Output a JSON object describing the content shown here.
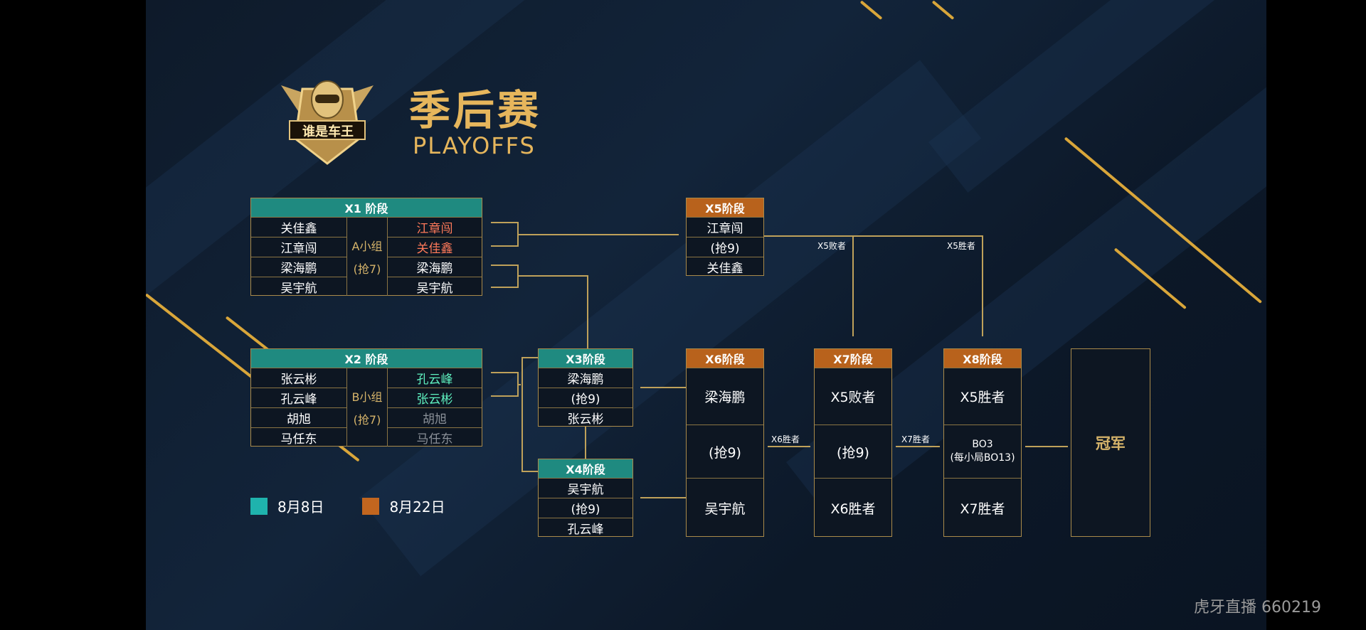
{
  "title": {
    "cn": "季后赛",
    "en": "PLAYOFFS"
  },
  "logo": {
    "text": "谁是车王"
  },
  "x1": {
    "header": "X1 阶段",
    "left": [
      "关佳鑫",
      "江章闯",
      "梁海鹏",
      "吴宇航"
    ],
    "group": "A小组",
    "rule": "(抢7)",
    "right": [
      "江章闯",
      "关佳鑫",
      "梁海鹏",
      "吴宇航"
    ]
  },
  "x2": {
    "header": "X2 阶段",
    "left": [
      "张云彬",
      "孔云峰",
      "胡旭",
      "马任东"
    ],
    "group": "B小组",
    "rule": "(抢7)",
    "right": [
      "孔云峰",
      "张云彬",
      "胡旭",
      "马任东"
    ]
  },
  "x3": {
    "header": "X3阶段",
    "rows": [
      "梁海鹏",
      "(抢9)",
      "张云彬"
    ]
  },
  "x4": {
    "header": "X4阶段",
    "rows": [
      "吴宇航",
      "(抢9)",
      "孔云峰"
    ]
  },
  "x5": {
    "header": "X5阶段",
    "rows": [
      "江章闯",
      "(抢9)",
      "关佳鑫"
    ]
  },
  "x6": {
    "header": "X6阶段",
    "rows": [
      "梁海鹏",
      "(抢9)",
      "吴宇航"
    ]
  },
  "x7": {
    "header": "X7阶段",
    "rows": [
      "X5败者",
      "(抢9)",
      "X6胜者"
    ]
  },
  "x8": {
    "header": "X8阶段",
    "rows": [
      "X5胜者",
      "BO3",
      "(每小局BO13)",
      "X7胜者"
    ]
  },
  "champion": "冠军",
  "connectors": {
    "x5_loser": "X5败者",
    "x5_winner": "X5胜者",
    "x6_winner": "X6胜者",
    "x7_winner": "X7胜者"
  },
  "legend": [
    {
      "label": "8月8日",
      "color": "#1fb3ad"
    },
    {
      "label": "8月22日",
      "color": "#c2661f"
    }
  ],
  "watermark": "虎牙直播 660219",
  "colors": {
    "teal": "#1f8a80",
    "orange": "#b8621c",
    "gold": "#d9a63a",
    "red": "#ff7a5a",
    "cyan": "#5ff2c0"
  }
}
